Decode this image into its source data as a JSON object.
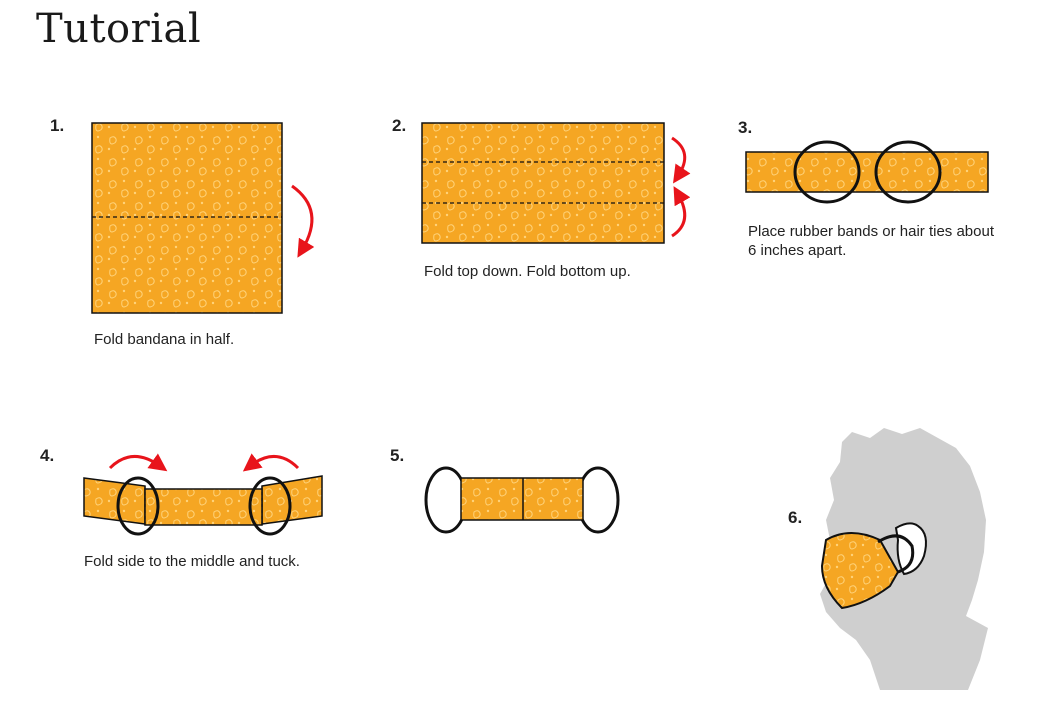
{
  "title": "Tutorial",
  "colors": {
    "fabric": "#F5A623",
    "pattern": "#FFD37A",
    "arrow": "#E8141B",
    "outline": "#111111",
    "head": "#CFCFCF"
  },
  "steps": [
    {
      "number": "1.",
      "caption": "Fold bandana in half."
    },
    {
      "number": "2.",
      "caption": "Fold top down. Fold bottom up."
    },
    {
      "number": "3.",
      "caption": "Place rubber bands or hair ties about 6 inches apart."
    },
    {
      "number": "4.",
      "caption": "Fold side to the middle and tuck."
    },
    {
      "number": "5.",
      "caption": ""
    },
    {
      "number": "6.",
      "caption": ""
    }
  ]
}
